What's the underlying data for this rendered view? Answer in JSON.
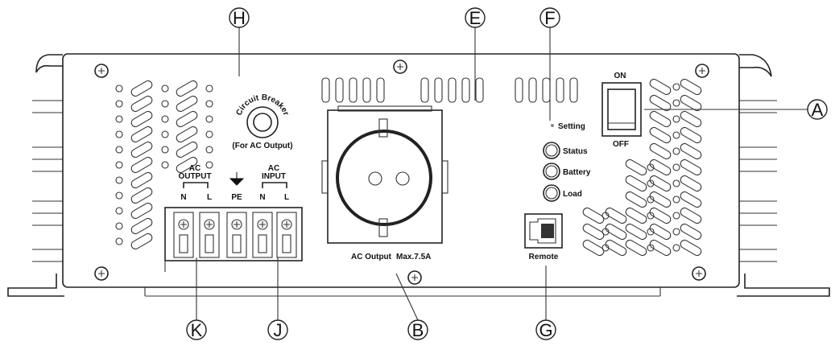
{
  "callouts": {
    "A": "A",
    "B": "B",
    "E": "E",
    "F": "F",
    "G": "G",
    "H": "H",
    "J": "J",
    "K": "K"
  },
  "breaker": {
    "title": "Circuit Breaker",
    "subtitle": "(For AC Output)"
  },
  "terminals": {
    "ac_output": [
      "AC",
      "OUTPUT"
    ],
    "ac_input": [
      "AC",
      "INPUT"
    ],
    "pins": [
      "N",
      "L",
      "PE",
      "N",
      "L"
    ]
  },
  "socket": {
    "label": "AC Output",
    "rating": "Max.7.5A"
  },
  "indicators": {
    "setting": "Setting",
    "status": "Status",
    "battery": "Battery",
    "load": "Load"
  },
  "switch": {
    "on": "ON",
    "off": "OFF"
  },
  "remote": {
    "label": "Remote"
  }
}
